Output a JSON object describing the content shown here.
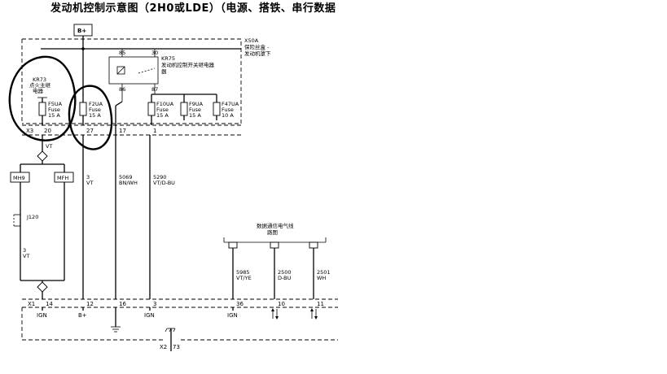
{
  "title": "发动机控制示意图（2H0或LDE）（电源、搭铁、串行数据",
  "bplus_top": "B+",
  "fuse_block": {
    "id": "X50A",
    "name_line1": "保险丝盒 -",
    "name_line2": "发动机罩下"
  },
  "relay": {
    "id": "KR75",
    "name_line1": "发动机控制开关继电器",
    "name_line2": "器",
    "pins": [
      "85",
      "30",
      "86",
      "87"
    ]
  },
  "ignition_relay": {
    "id": "KR73",
    "name_line1": "点火主继",
    "name_line2": "电器"
  },
  "fuses": [
    {
      "id": "F5UA",
      "type": "Fuse",
      "rating": "15 A"
    },
    {
      "id": "F2UA",
      "type": "Fuse",
      "rating": "15 A"
    },
    {
      "id": "F10UA",
      "type": "Fuse",
      "rating": "15 A"
    },
    {
      "id": "F9UA",
      "type": "Fuse",
      "rating": "15 A"
    },
    {
      "id": "F47UA",
      "type": "Fuse",
      "rating": "10 A"
    }
  ],
  "connector_x3": {
    "id": "X3",
    "pins": [
      "20",
      "27",
      "17",
      "1"
    ]
  },
  "wire_vt": "VT",
  "splices": [
    "MH9",
    "MFH"
  ],
  "connector_j120": "J120",
  "wires": [
    {
      "num": "3",
      "color": "VT"
    },
    {
      "num": "3",
      "color": "VT"
    },
    {
      "num": "5069",
      "color": "BN/WH"
    },
    {
      "num": "5290",
      "color": "VT/D-BU"
    },
    {
      "num": "5985",
      "color": "VT/YE"
    },
    {
      "num": "2500",
      "color": "D-BU"
    },
    {
      "num": "2501",
      "color": "WH"
    }
  ],
  "serial_bus": {
    "line1": "数据通信电气线",
    "line2": "路图"
  },
  "connector_x1": {
    "id": "X1",
    "pins": [
      "14",
      "12",
      "16",
      "3",
      "36",
      "10",
      "11"
    ]
  },
  "signals": [
    "IGN",
    "B+",
    "IGN",
    "IGN"
  ],
  "connector_x2": {
    "id": "X2",
    "pin": "73"
  }
}
